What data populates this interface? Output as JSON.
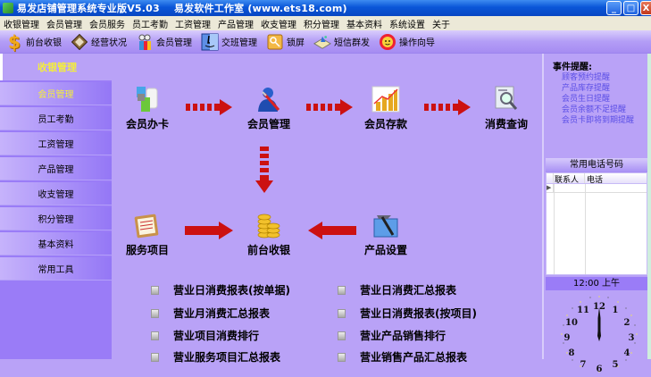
{
  "window": {
    "title": "易发店铺管理系统专业版V5.03    易发软件工作室 (www.ets18.com)",
    "buttons": {
      "minimize": "_",
      "maximize": "□",
      "close": "X"
    }
  },
  "menu": [
    "收银管理",
    "会员管理",
    "会员服务",
    "员工考勤",
    "工资管理",
    "产品管理",
    "收支管理",
    "积分管理",
    "基本资料",
    "系统设置",
    "关于"
  ],
  "toolbar": [
    {
      "label": "前台收银",
      "icon": "dollar-icon"
    },
    {
      "label": "经营状况",
      "icon": "frame-icon"
    },
    {
      "label": "会员管理",
      "icon": "members-icon"
    },
    {
      "label": "交班管理",
      "icon": "finder-face-icon"
    },
    {
      "label": "锁屏",
      "icon": "key-icon"
    },
    {
      "label": "短信群发",
      "icon": "envelope-icon"
    },
    {
      "label": "操作向导",
      "icon": "sun-smiley-icon"
    }
  ],
  "sidebar": {
    "header": "收银管理",
    "items": [
      {
        "label": "会员管理",
        "active": true
      },
      {
        "label": "员工考勤",
        "active": false
      },
      {
        "label": "工资管理",
        "active": false
      },
      {
        "label": "产品管理",
        "active": false
      },
      {
        "label": "收支管理",
        "active": false
      },
      {
        "label": "积分管理",
        "active": false
      },
      {
        "label": "基本资料",
        "active": false
      },
      {
        "label": "常用工具",
        "active": false
      }
    ]
  },
  "flow": {
    "nodes": {
      "card": "会员办卡",
      "member": "会员管理",
      "deposit": "会员存款",
      "query": "消费查询",
      "service": "服务项目",
      "cashier": "前台收银",
      "product": "产品设置"
    }
  },
  "reports": {
    "left": [
      "营业日消费报表(按单据)",
      "营业月消费汇总报表",
      "营业项目消费排行",
      "营业服务项目汇总报表"
    ],
    "right": [
      "营业日消费汇总报表",
      "营业日消费报表(按项目)",
      "营业产品销售排行",
      "营业销售产品汇总报表"
    ]
  },
  "events": {
    "header": "事件提醒:",
    "items": [
      "顾客预约提醒",
      "产品库存提醒",
      "会员生日提醒",
      "会员余额不足提醒",
      "会员卡即将到期提醒"
    ]
  },
  "phonebook": {
    "header": "常用电话号码",
    "columns": [
      "联系人",
      "电话"
    ],
    "row_indicator": "▶"
  },
  "clock": {
    "time_label": "12:00 上午",
    "numbers": [
      "12",
      "1",
      "2",
      "3",
      "4",
      "5",
      "6",
      "7",
      "8",
      "9",
      "10",
      "11"
    ]
  },
  "colors": {
    "background": "#b9a2f7",
    "sidebar": "#9a7cf7",
    "active_text": "#f4ee3a",
    "arrow": "#cc1111",
    "event_link": "#5a4ee6"
  }
}
